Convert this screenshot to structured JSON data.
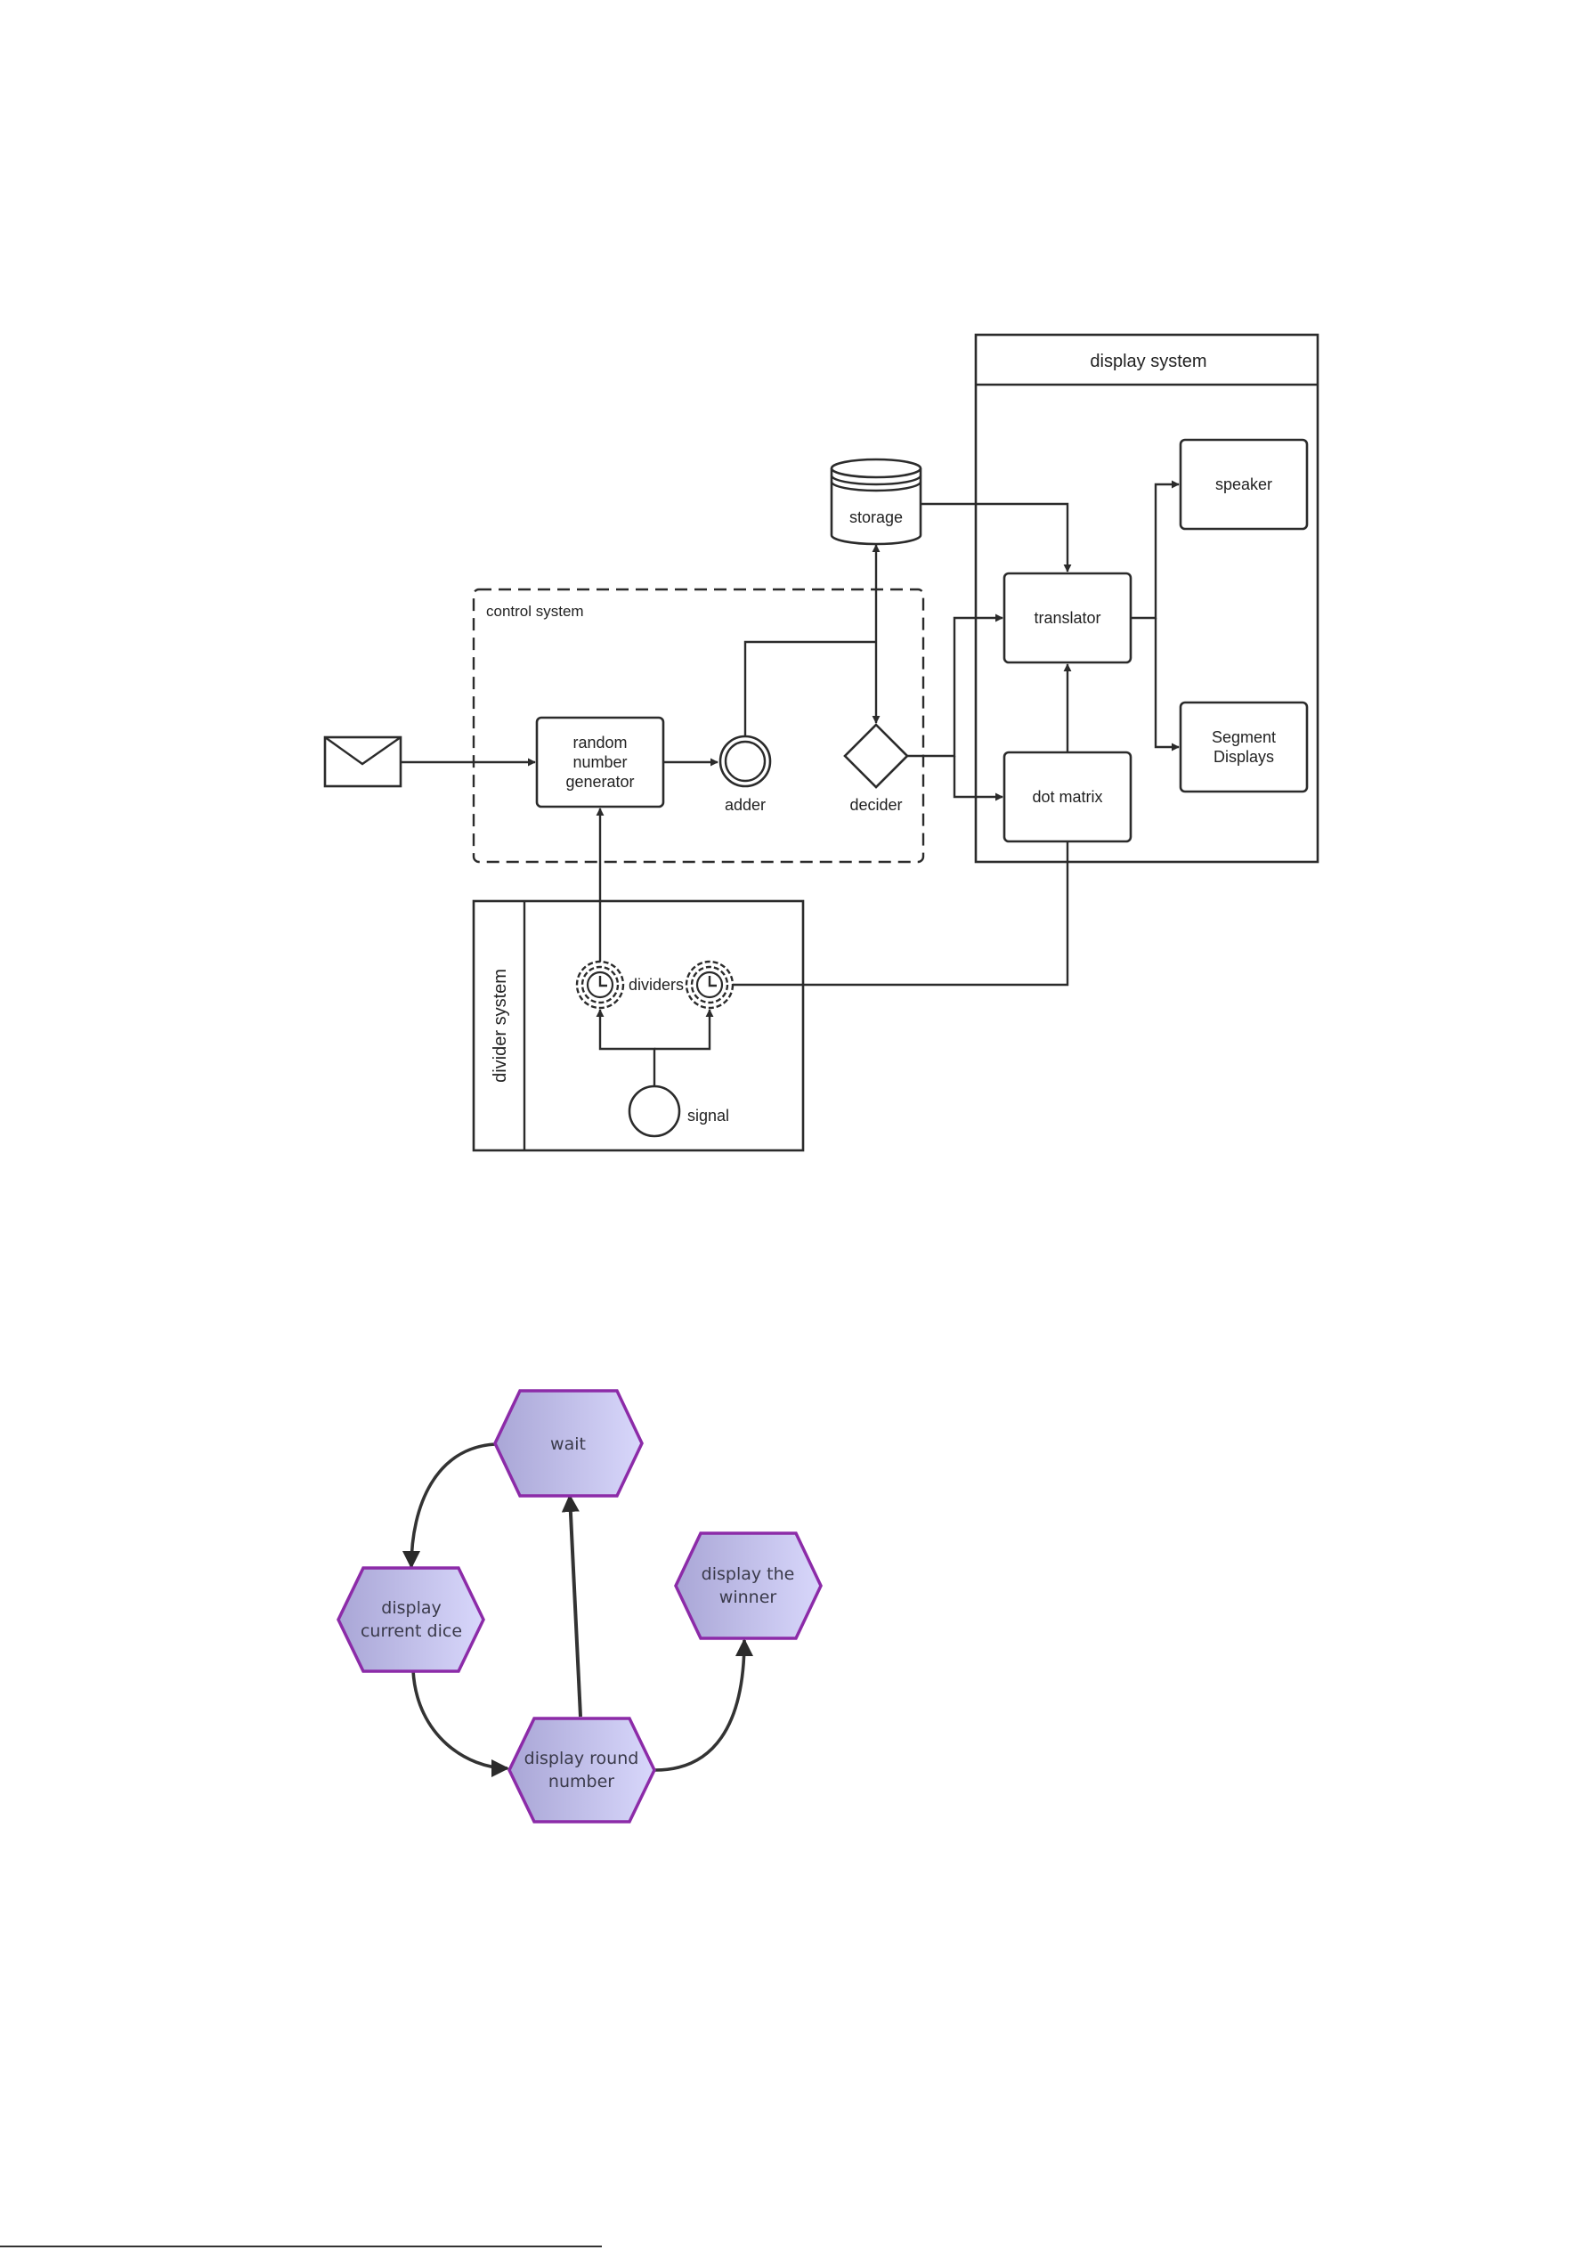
{
  "diagram1": {
    "envelope_icon": "envelope-icon",
    "clock_icon": "clock-icon",
    "display_system": {
      "title": "display system",
      "speaker": "speaker",
      "translator": "translator",
      "segment_displays": [
        "Segment",
        "Displays"
      ],
      "dot_matrix": "dot matrix"
    },
    "storage": "storage",
    "control_system": {
      "title": "control system",
      "rng": [
        "random",
        "number",
        "generator"
      ],
      "adder": "adder",
      "decider": "decider"
    },
    "divider_system": {
      "title": "divider system",
      "dividers": "dividers",
      "signal": "signal"
    }
  },
  "diagram2": {
    "node_colors": {
      "fill_dark": "#a9a6d6",
      "fill_light": "#d8d7fb",
      "border": "#8c2ba8"
    },
    "nodes": {
      "wait": [
        "wait"
      ],
      "display_current_dice": [
        "display",
        "current dice"
      ],
      "display_round_number": [
        "display round",
        "number"
      ],
      "display_the_winner": [
        "display the",
        "winner"
      ]
    }
  }
}
